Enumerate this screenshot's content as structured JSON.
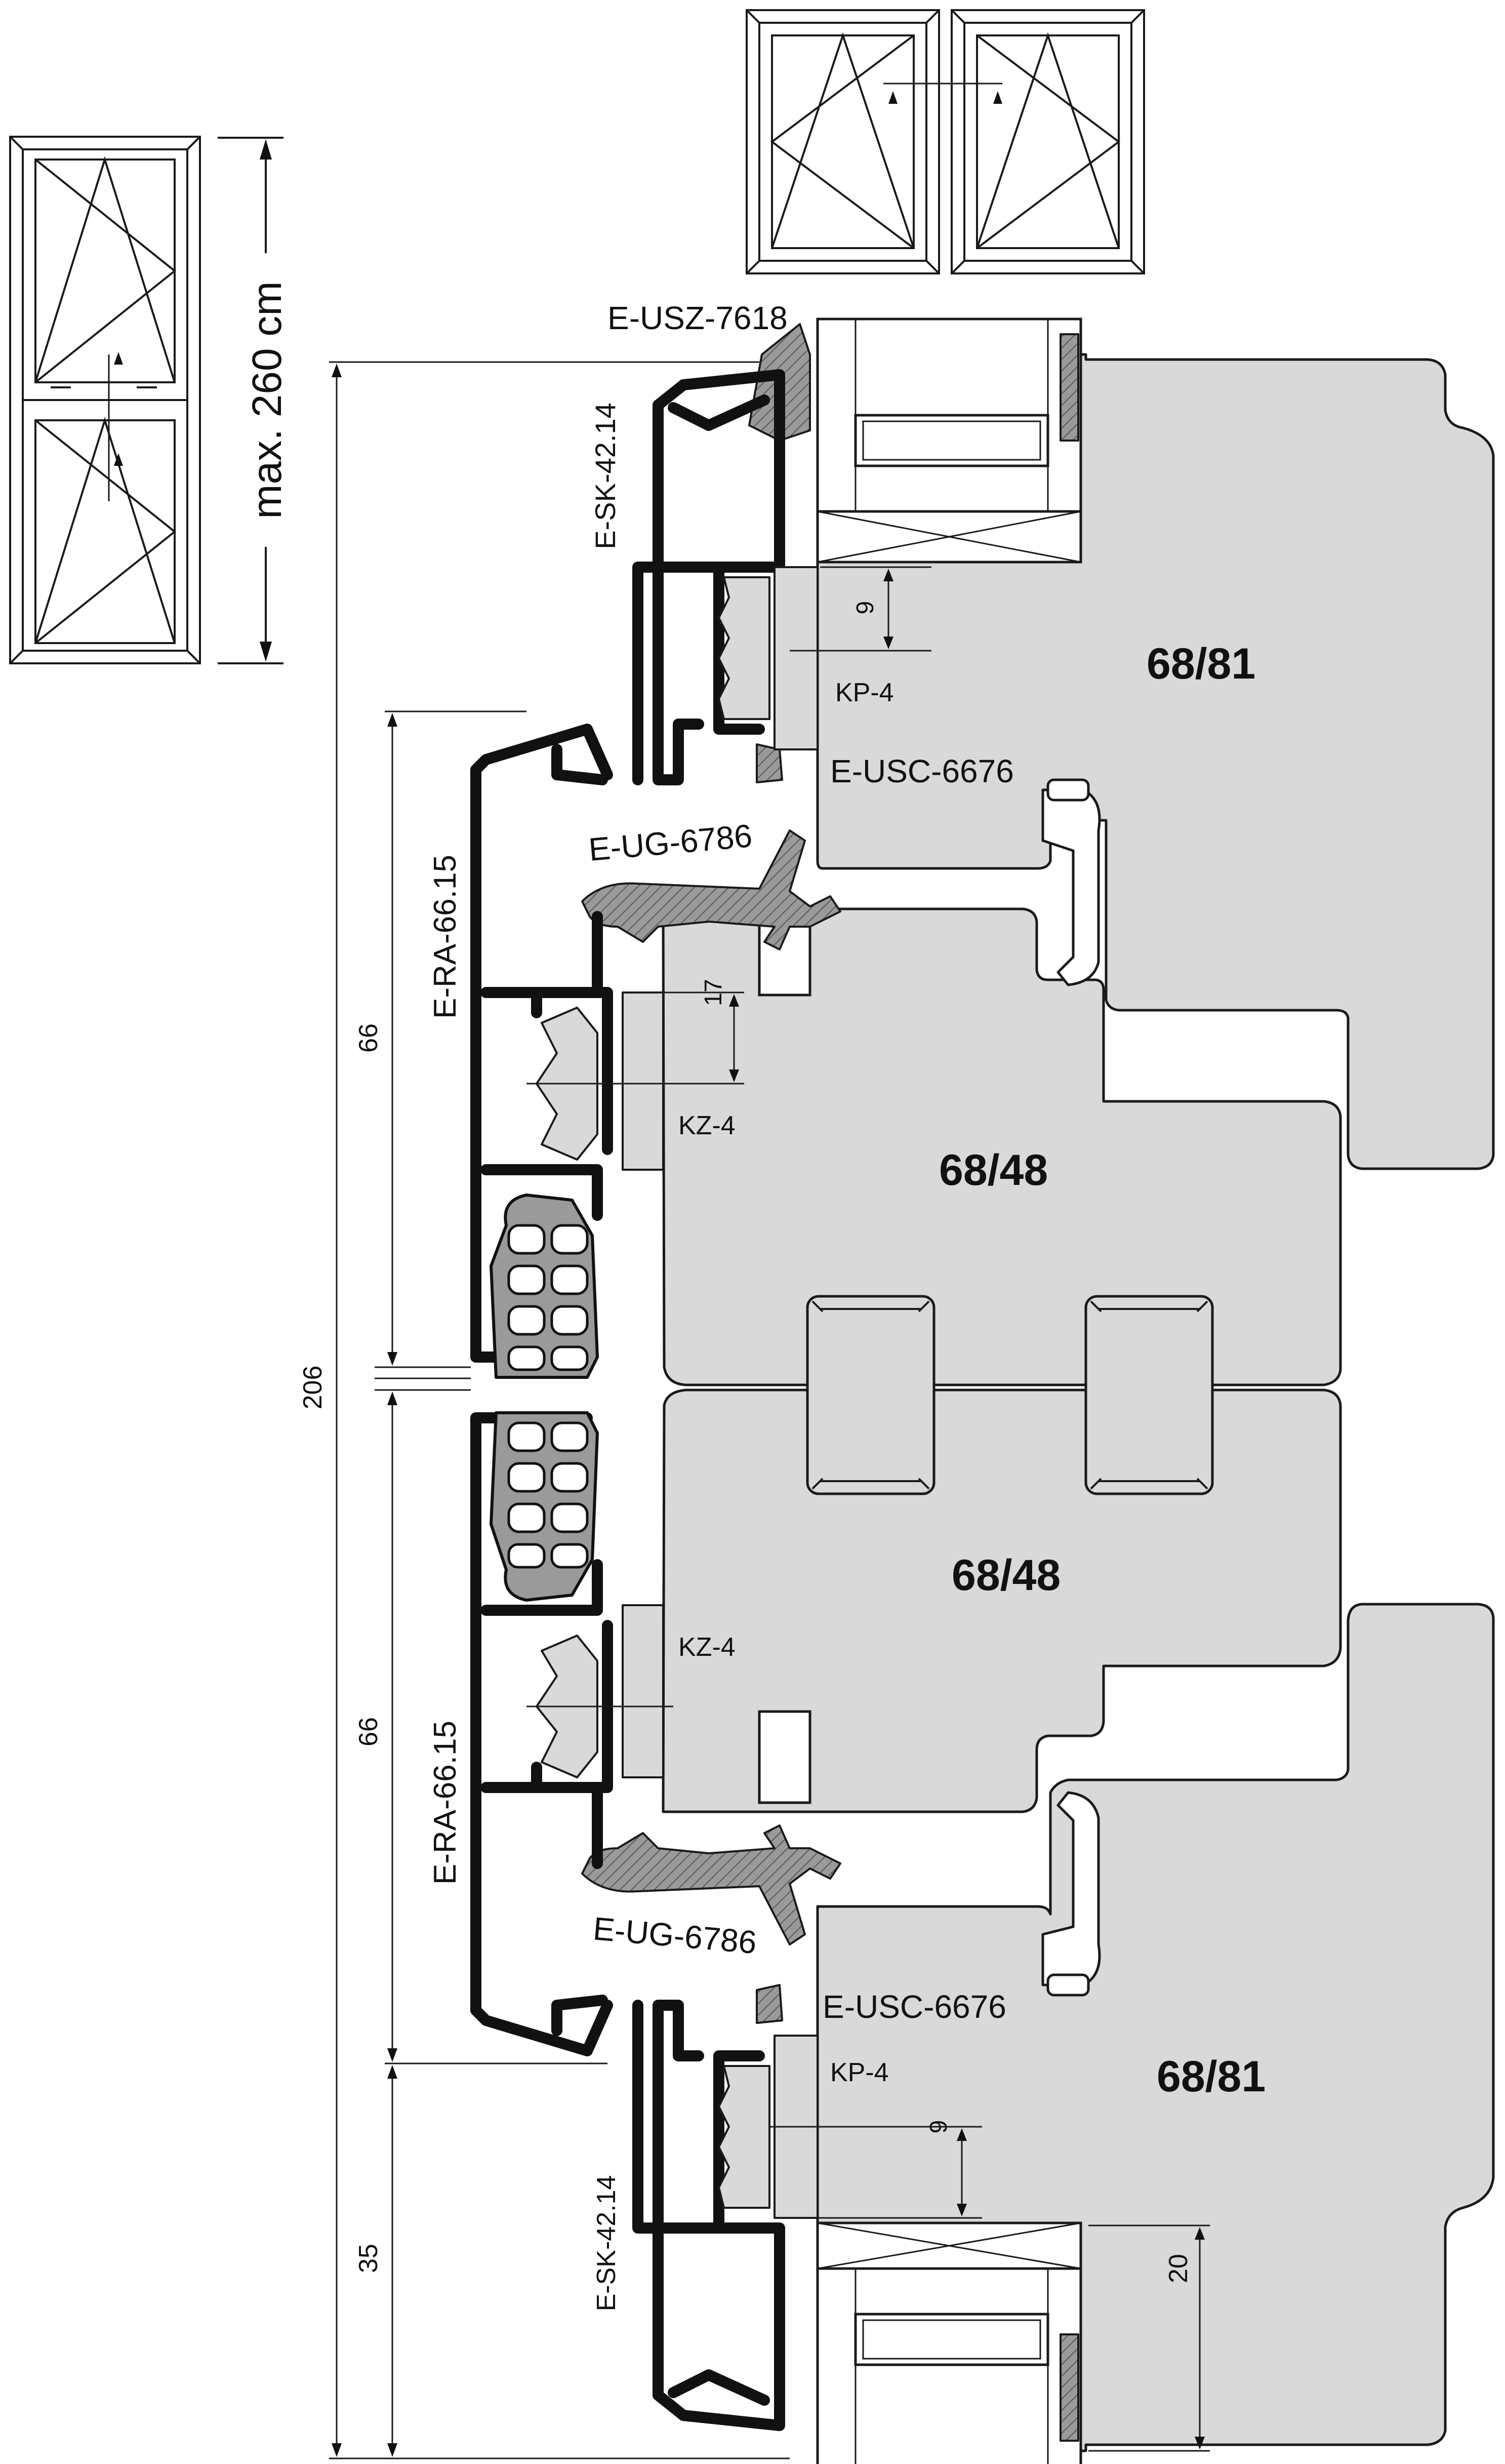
{
  "labels": {
    "usz": "E-USZ-7618",
    "sk_top": "E-SK-42.14",
    "sk_bottom": "E-SK-42.14",
    "usc_top": "E-USC-6676",
    "usc_bottom": "E-USC-6676",
    "ug_top": "E-UG-6786",
    "ug_bottom": "E-UG-6786",
    "ra_top": "E-RA-66.15",
    "ra_bottom": "E-RA-66.15",
    "kp_top": "KP-4",
    "kp_bottom": "KP-4",
    "kz_top": "KZ-4",
    "kz_bottom": "KZ-4"
  },
  "profiles": {
    "top_frame": "68/81",
    "top_sash": "68/48",
    "bottom_sash": "68/48",
    "bottom_frame": "68/81"
  },
  "dimensions": {
    "max_height": "max. 260 cm",
    "total": "206",
    "upper": "66",
    "lower": "66",
    "bottom": "35",
    "gap_top": "9",
    "gap_bottom": "9",
    "offset": "17",
    "glass": "20"
  },
  "colors": {
    "wood": "#d9d9d9",
    "aluminium": "#111111",
    "gasket": "#8c8c8c",
    "line": "#1a1a1a"
  }
}
